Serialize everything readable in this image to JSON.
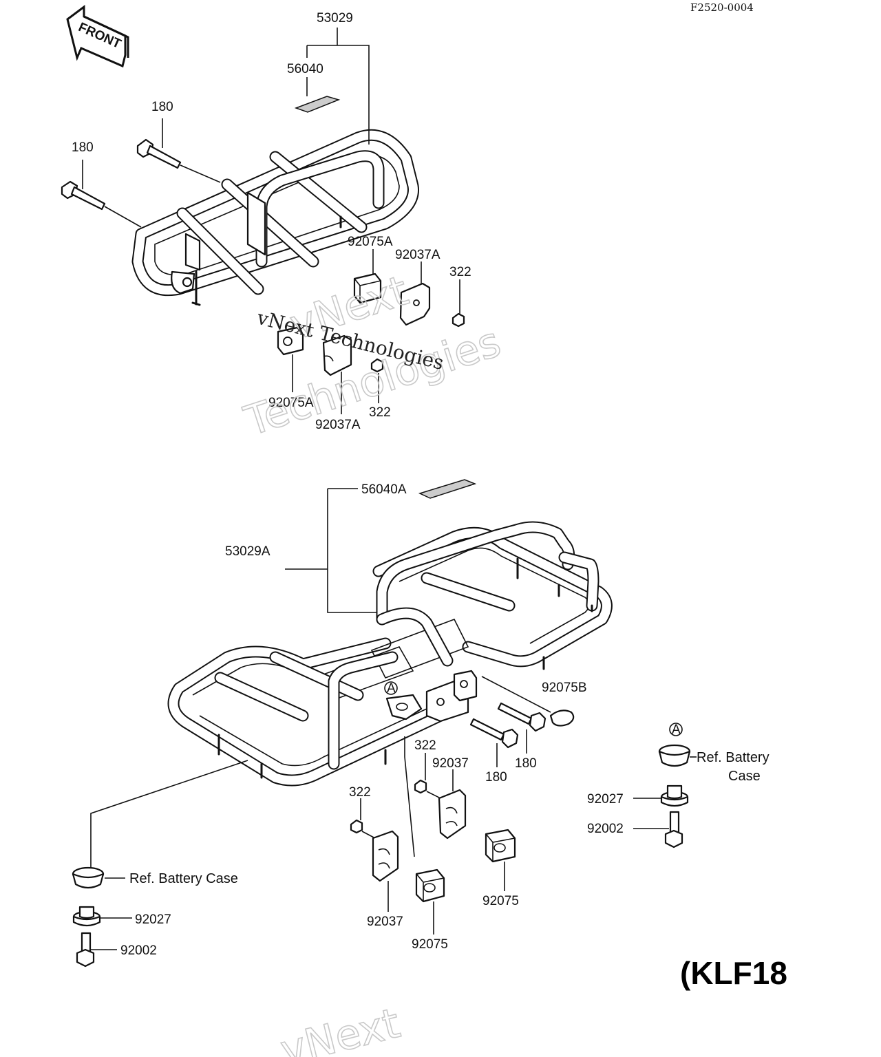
{
  "header": {
    "code": "F2520-0004",
    "front_arrow": "FRONT"
  },
  "upper_rack": {
    "labels": {
      "rack": "53029",
      "decal": "56040",
      "bolt_1": "180",
      "bolt_2": "180",
      "damper_1": "92075A",
      "bracket_1": "92037A",
      "nut_1": "322",
      "damper_2": "92075A",
      "bracket_2": "92037A",
      "nut_2": "322"
    }
  },
  "lower_rack": {
    "labels": {
      "decal": "56040A",
      "rack": "53029A",
      "cap": "92075B",
      "marker": "A",
      "bolt_1": "180",
      "bolt_2": "180",
      "nut_1": "322",
      "bracket_1": "92037",
      "nut_2": "322",
      "bracket_2": "92037",
      "damper_1": "92075",
      "damper_2": "92075"
    }
  },
  "left_mount": {
    "ref": "Ref. Battery Case",
    "collar": "92027",
    "bolt": "92002"
  },
  "right_mount": {
    "marker": "A",
    "ref_line1": "Ref. Battery",
    "ref_line2": "Case",
    "collar": "92027",
    "bolt": "92002"
  },
  "model": "(KLF18",
  "watermarks": {
    "brand_1": "vNext",
    "brand_2": "Technologies",
    "serif_text": "vNext Technologies",
    "bottom": "vNext"
  }
}
